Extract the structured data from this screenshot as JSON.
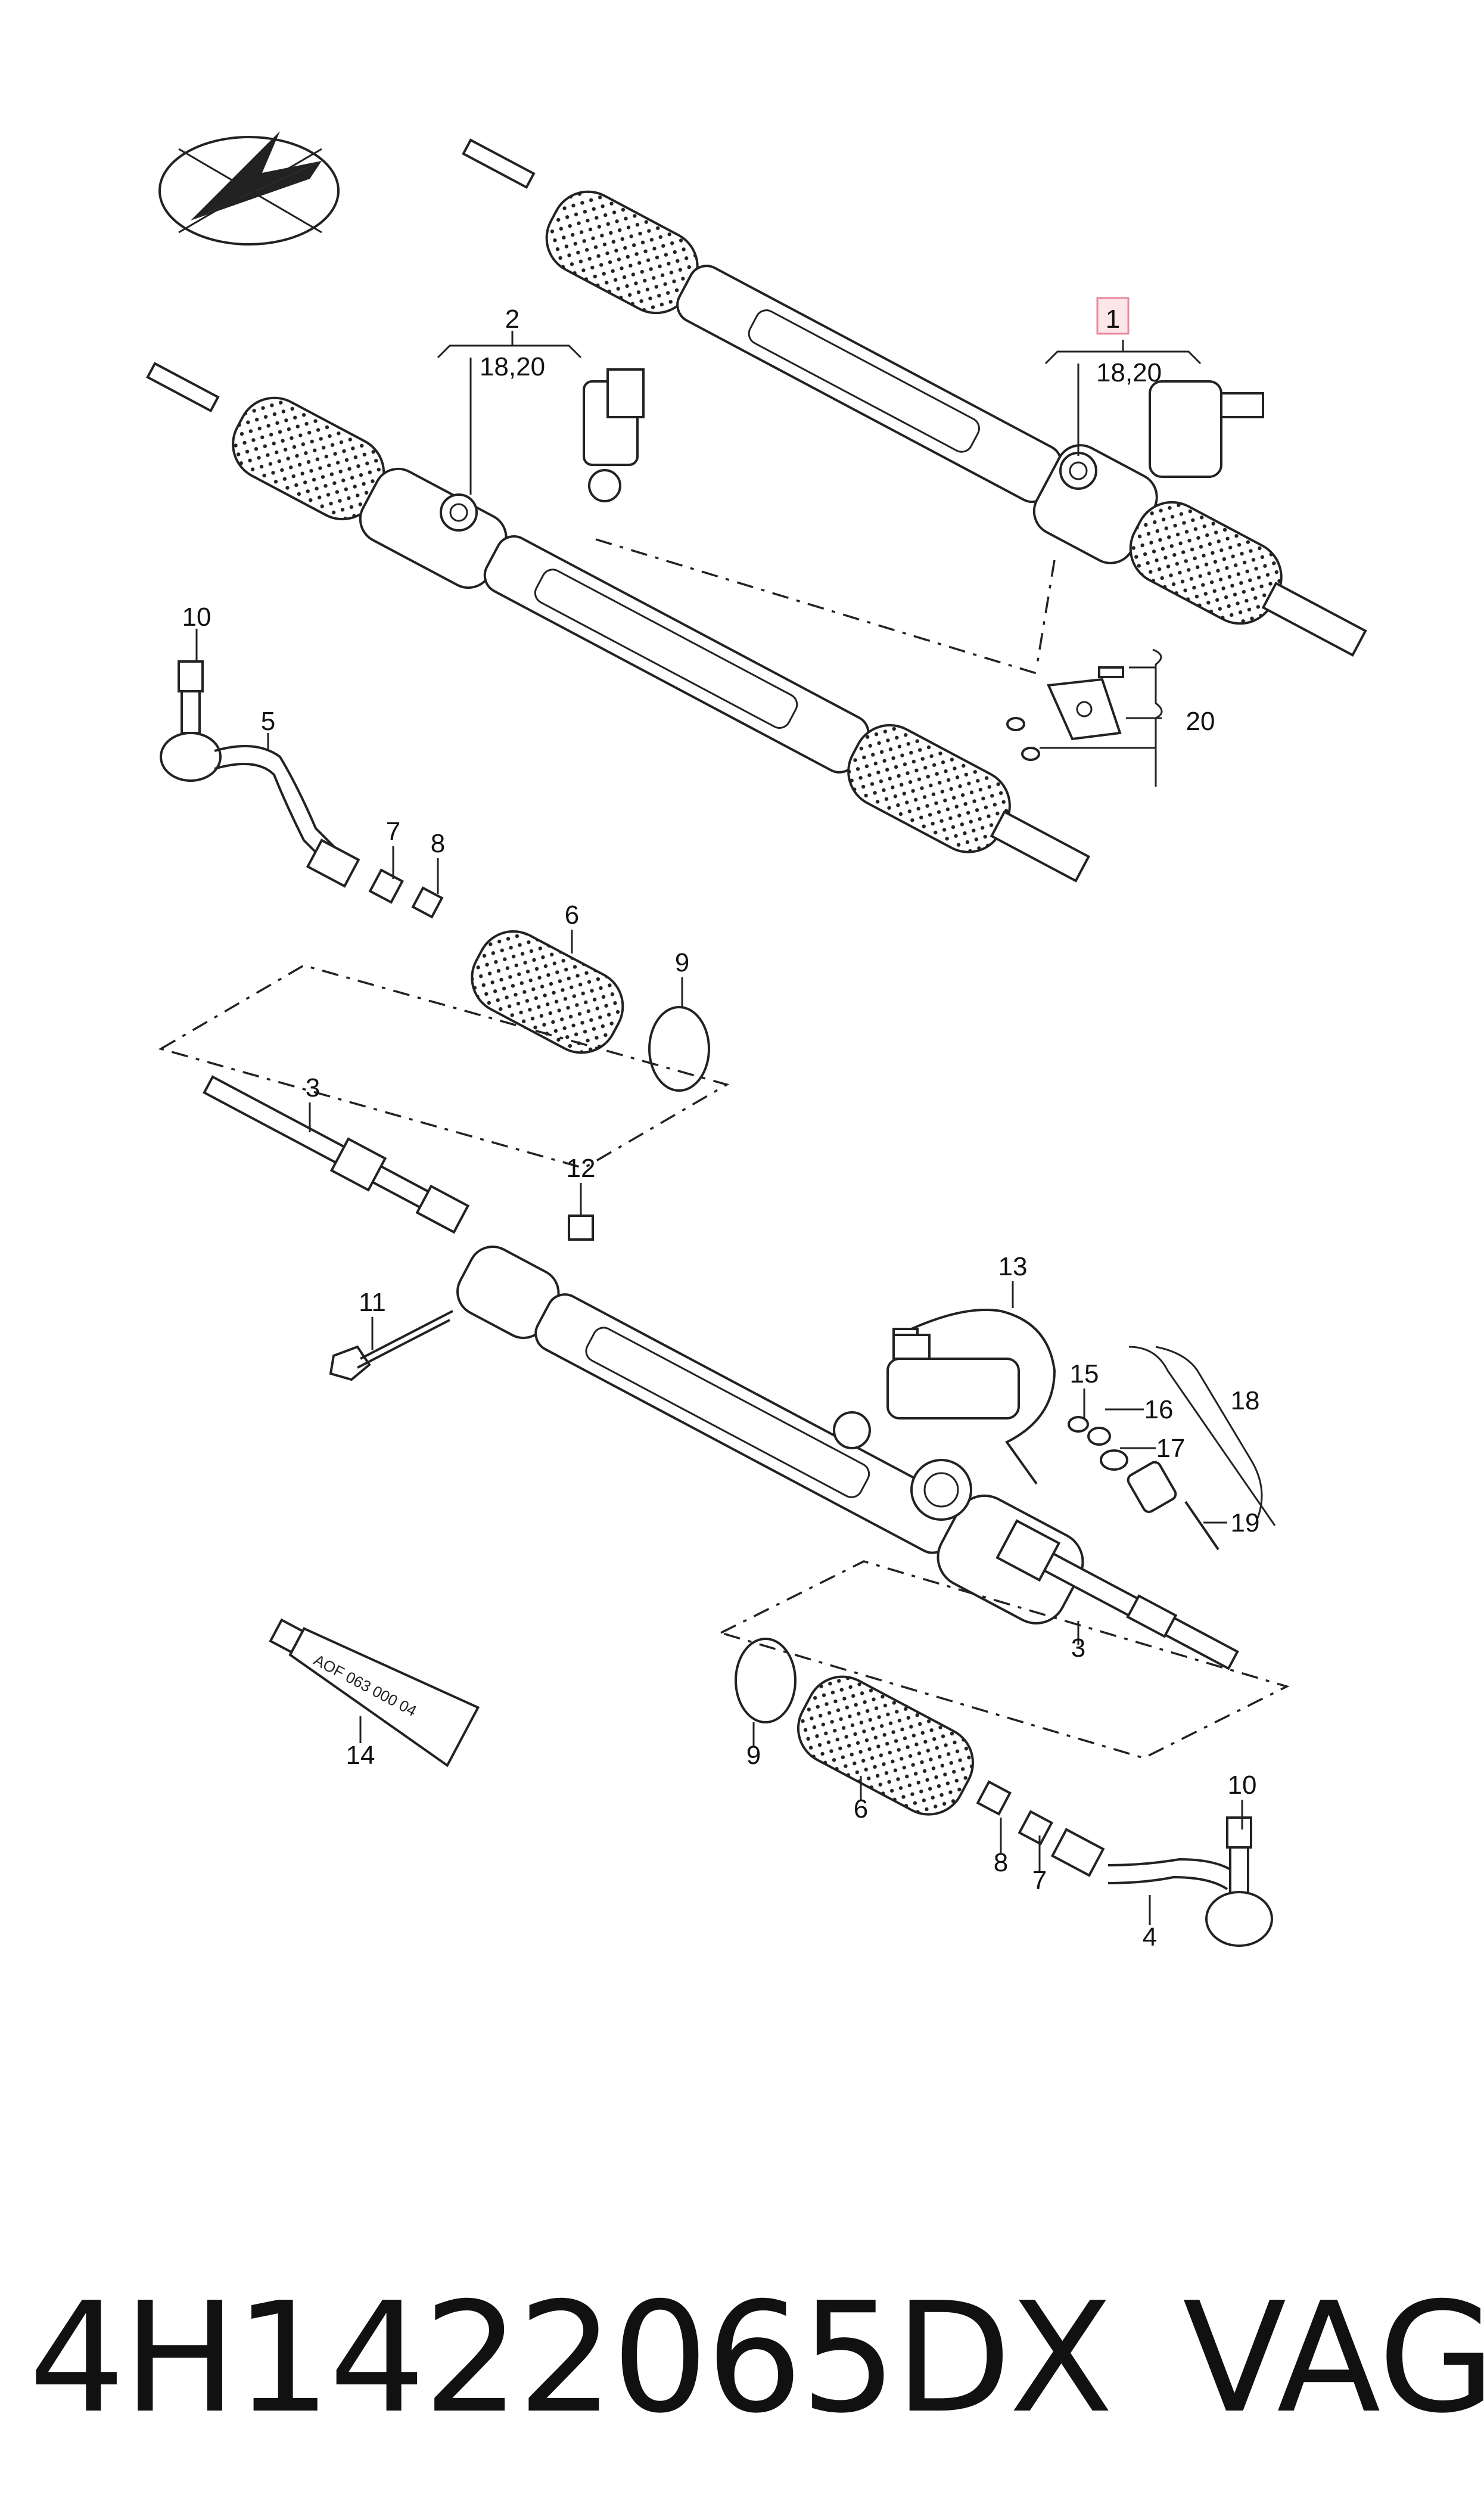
{
  "callouts": {
    "c1": "1",
    "c1_sub": "18,20",
    "c2": "2",
    "c2_sub": "18,20",
    "c3a": "3",
    "c3b": "3",
    "c4": "4",
    "c5": "5",
    "c6a": "6",
    "c6b": "6",
    "c7a": "7",
    "c7b": "7",
    "c8a": "8",
    "c8b": "8",
    "c9a": "9",
    "c9b": "9",
    "c10a": "10",
    "c10b": "10",
    "c11": "11",
    "c12": "12",
    "c13": "13",
    "c14": "14",
    "c15": "15",
    "c16": "16",
    "c17": "17",
    "c18": "18",
    "c19": "19",
    "c20": "20"
  },
  "tube_text": "AOF 063 000 04",
  "footer": {
    "part_number": "4H1422065DX",
    "brand": "VAG"
  },
  "icons": [
    "compass-logo-icon"
  ],
  "colors": {
    "line": "#222222",
    "highlight_box": "#e88a9a"
  }
}
